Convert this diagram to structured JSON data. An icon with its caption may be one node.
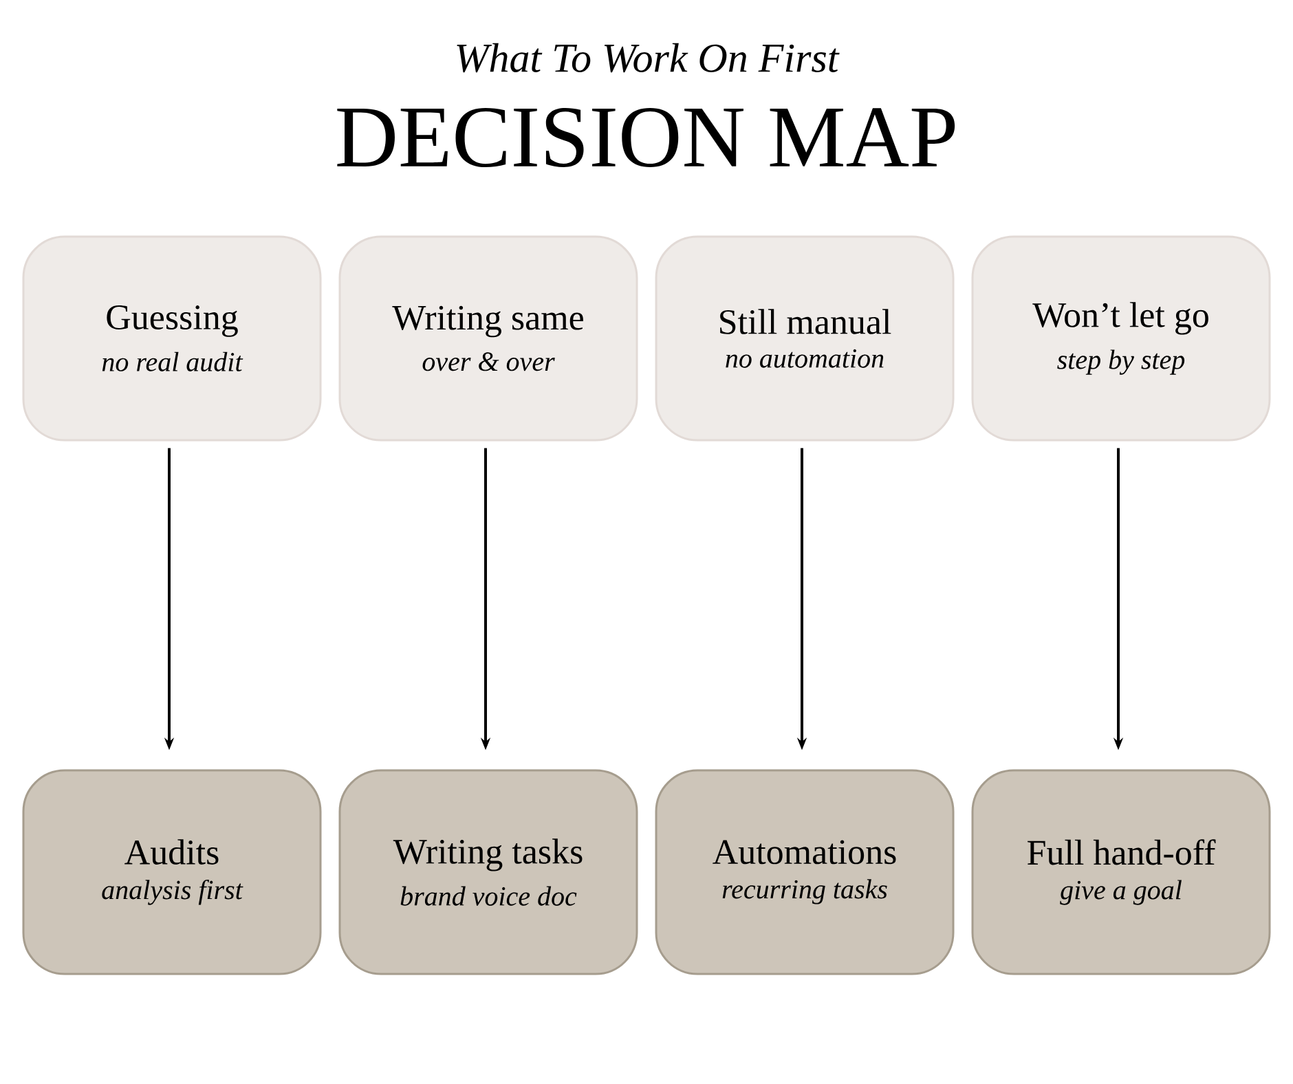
{
  "diagram": {
    "title": "DECISION MAP",
    "labels": [
      "What To Work On First"
    ],
    "nodes": [
      {
        "text": [
          "Guessing",
          "no real audit"
        ]
      },
      {
        "text": [
          "Writing same",
          "over & over"
        ]
      },
      {
        "text": [
          "Still manual",
          "no automation"
        ]
      },
      {
        "text": [
          "Won’t let go",
          "step by step"
        ]
      },
      {
        "text": [
          "Audits",
          "analysis first"
        ]
      },
      {
        "text": [
          "Writing tasks",
          "brand voice doc"
        ]
      },
      {
        "text": [
          "Automations",
          "recurring tasks"
        ]
      },
      {
        "text": [
          "Full hand-off",
          "give a goal"
        ]
      }
    ],
    "edges": [
      {
        "from": 0,
        "to": 4,
        "arrow": "to"
      },
      {
        "from": 1,
        "to": 5,
        "arrow": "to"
      },
      {
        "from": 2,
        "to": 6,
        "arrow": "to"
      },
      {
        "from": 3,
        "to": 7,
        "arrow": "to"
      }
    ]
  }
}
